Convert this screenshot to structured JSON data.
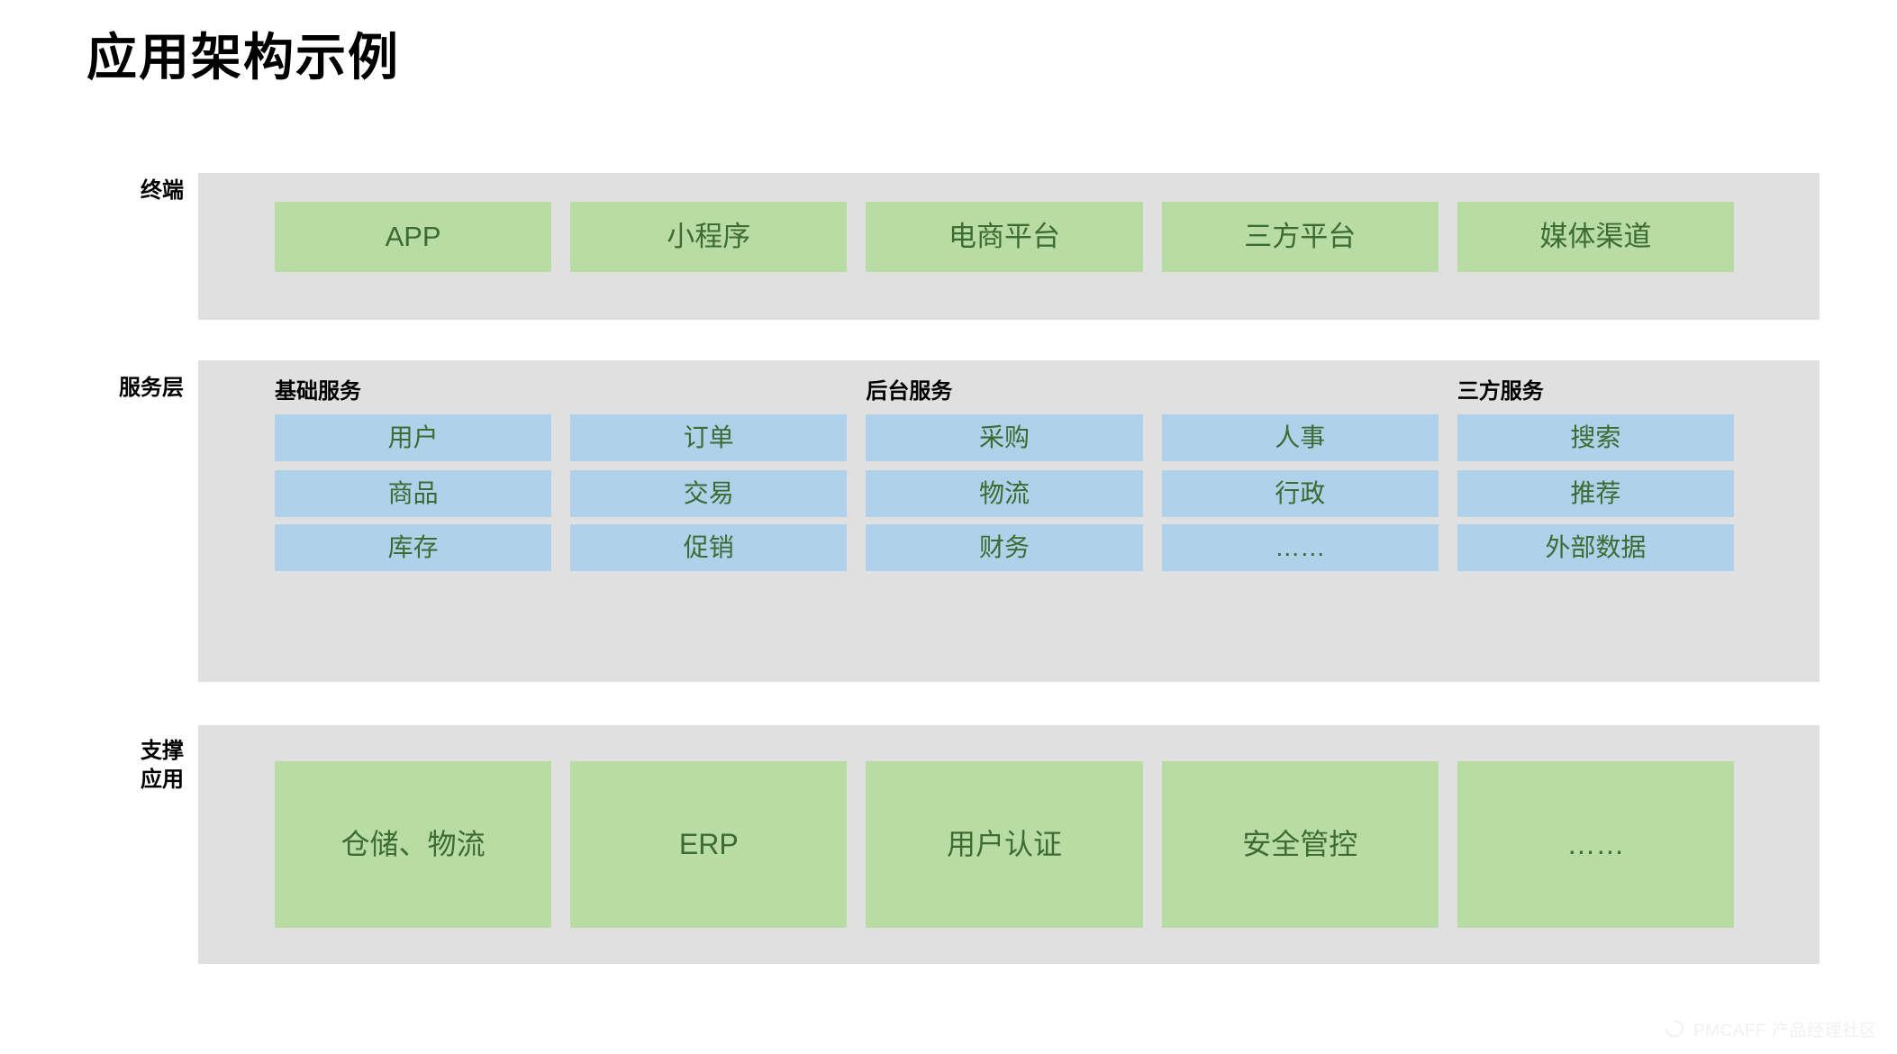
{
  "title": "应用架构示例",
  "colors": {
    "band_bg": "#e0e0e0",
    "green_box": "#b9dca5",
    "blue_box": "#b0d1ea",
    "box_text": "#3c6b33",
    "label_text": "#000000",
    "page_bg": "#ffffff",
    "watermark": "#f1f1f1"
  },
  "layers": {
    "terminal": {
      "label": "终端",
      "items": [
        {
          "label": "APP"
        },
        {
          "label": "小程序"
        },
        {
          "label": "电商平台"
        },
        {
          "label": "三方平台"
        },
        {
          "label": "媒体渠道"
        }
      ]
    },
    "service": {
      "label": "服务层",
      "groups": [
        {
          "label": "基础服务"
        },
        {
          "label": ""
        },
        {
          "label": "后台服务"
        },
        {
          "label": ""
        },
        {
          "label": "三方服务"
        }
      ],
      "rows": [
        [
          {
            "label": "用户"
          },
          {
            "label": "订单"
          },
          {
            "label": "采购"
          },
          {
            "label": "人事"
          },
          {
            "label": "搜索"
          }
        ],
        [
          {
            "label": "商品"
          },
          {
            "label": "交易"
          },
          {
            "label": "物流"
          },
          {
            "label": "行政"
          },
          {
            "label": "推荐"
          }
        ],
        [
          {
            "label": "库存"
          },
          {
            "label": "促销"
          },
          {
            "label": "财务"
          },
          {
            "label": "……"
          },
          {
            "label": "外部数据"
          }
        ]
      ]
    },
    "support": {
      "label": "支撑\n应用",
      "items": [
        {
          "label": "仓储、物流"
        },
        {
          "label": "ERP"
        },
        {
          "label": "用户认证"
        },
        {
          "label": "安全管控"
        },
        {
          "label": "……"
        }
      ]
    }
  },
  "watermark": {
    "text": "PMCAFF 产品经理社区"
  }
}
